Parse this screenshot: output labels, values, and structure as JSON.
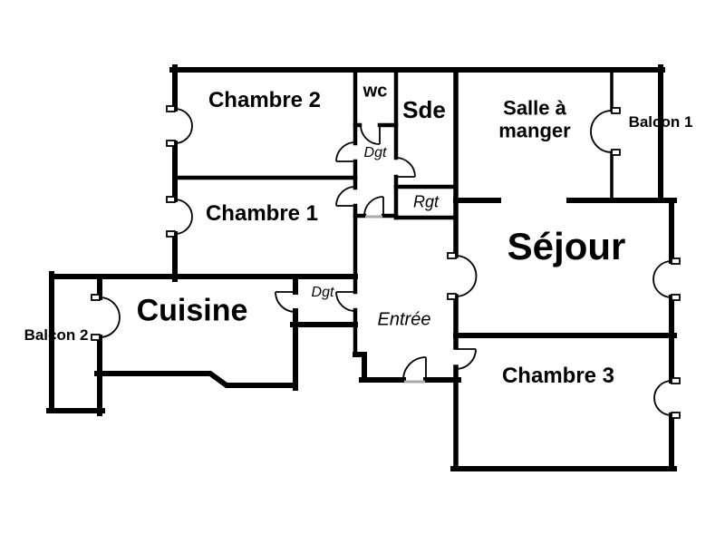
{
  "rooms": {
    "chambre2": "Chambre 2",
    "wc": "wc",
    "sde": "Sde",
    "salle_a_manger": "Salle à manger",
    "balcon1": "Balcon 1",
    "chambre1": "Chambre 1",
    "dgt_upper": "Dgt",
    "rgt": "Rgt",
    "sejour": "Séjour",
    "cuisine": "Cuisine",
    "balcon2": "Balcon 2",
    "dgt_lower": "Dgt",
    "entree": "Entrée",
    "chambre3": "Chambre 3"
  },
  "colors": {
    "wall": "#000000",
    "background": "#ffffff",
    "threshold": "#aaaaaa"
  }
}
